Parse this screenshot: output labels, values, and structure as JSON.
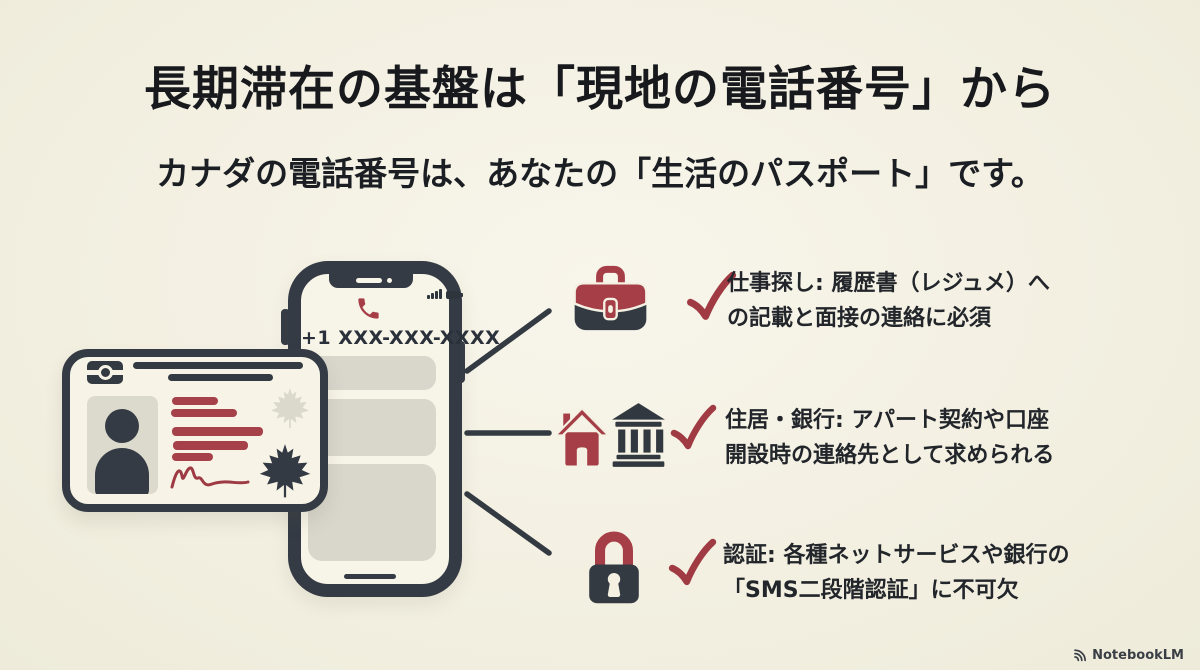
{
  "slide": {
    "title": "長期滞在の基盤は「現地の電話番号」から",
    "subtitle": "カナダの電話番号は、あなたの「生活のパスポート」です。"
  },
  "phone": {
    "number": "+1 XXX-XXX-XXXX"
  },
  "bullets": [
    {
      "icon": "briefcase-icon",
      "line1": "仕事探し: 履歴書（レジュメ）へ",
      "line2": "の記載と面接の連絡に必須"
    },
    {
      "icon": "house-and-bank-icons",
      "line1": "住居・銀行: アパート契約や口座",
      "line2": "開設時の連絡先として求められる"
    },
    {
      "icon": "padlock-icon",
      "line1": "認証: 各種ネットサービスや銀行の",
      "line2": "「SMS二段階認証」に不可欠"
    }
  ],
  "footer": {
    "brand": "NotebookLM"
  },
  "colors": {
    "background": "#f3f0e2",
    "ink": "#17191d",
    "dark": "#353b45",
    "red": "#a63e47",
    "bubble_gray": "#d9d6cc",
    "muted_leaf": "#dbd8cc"
  }
}
